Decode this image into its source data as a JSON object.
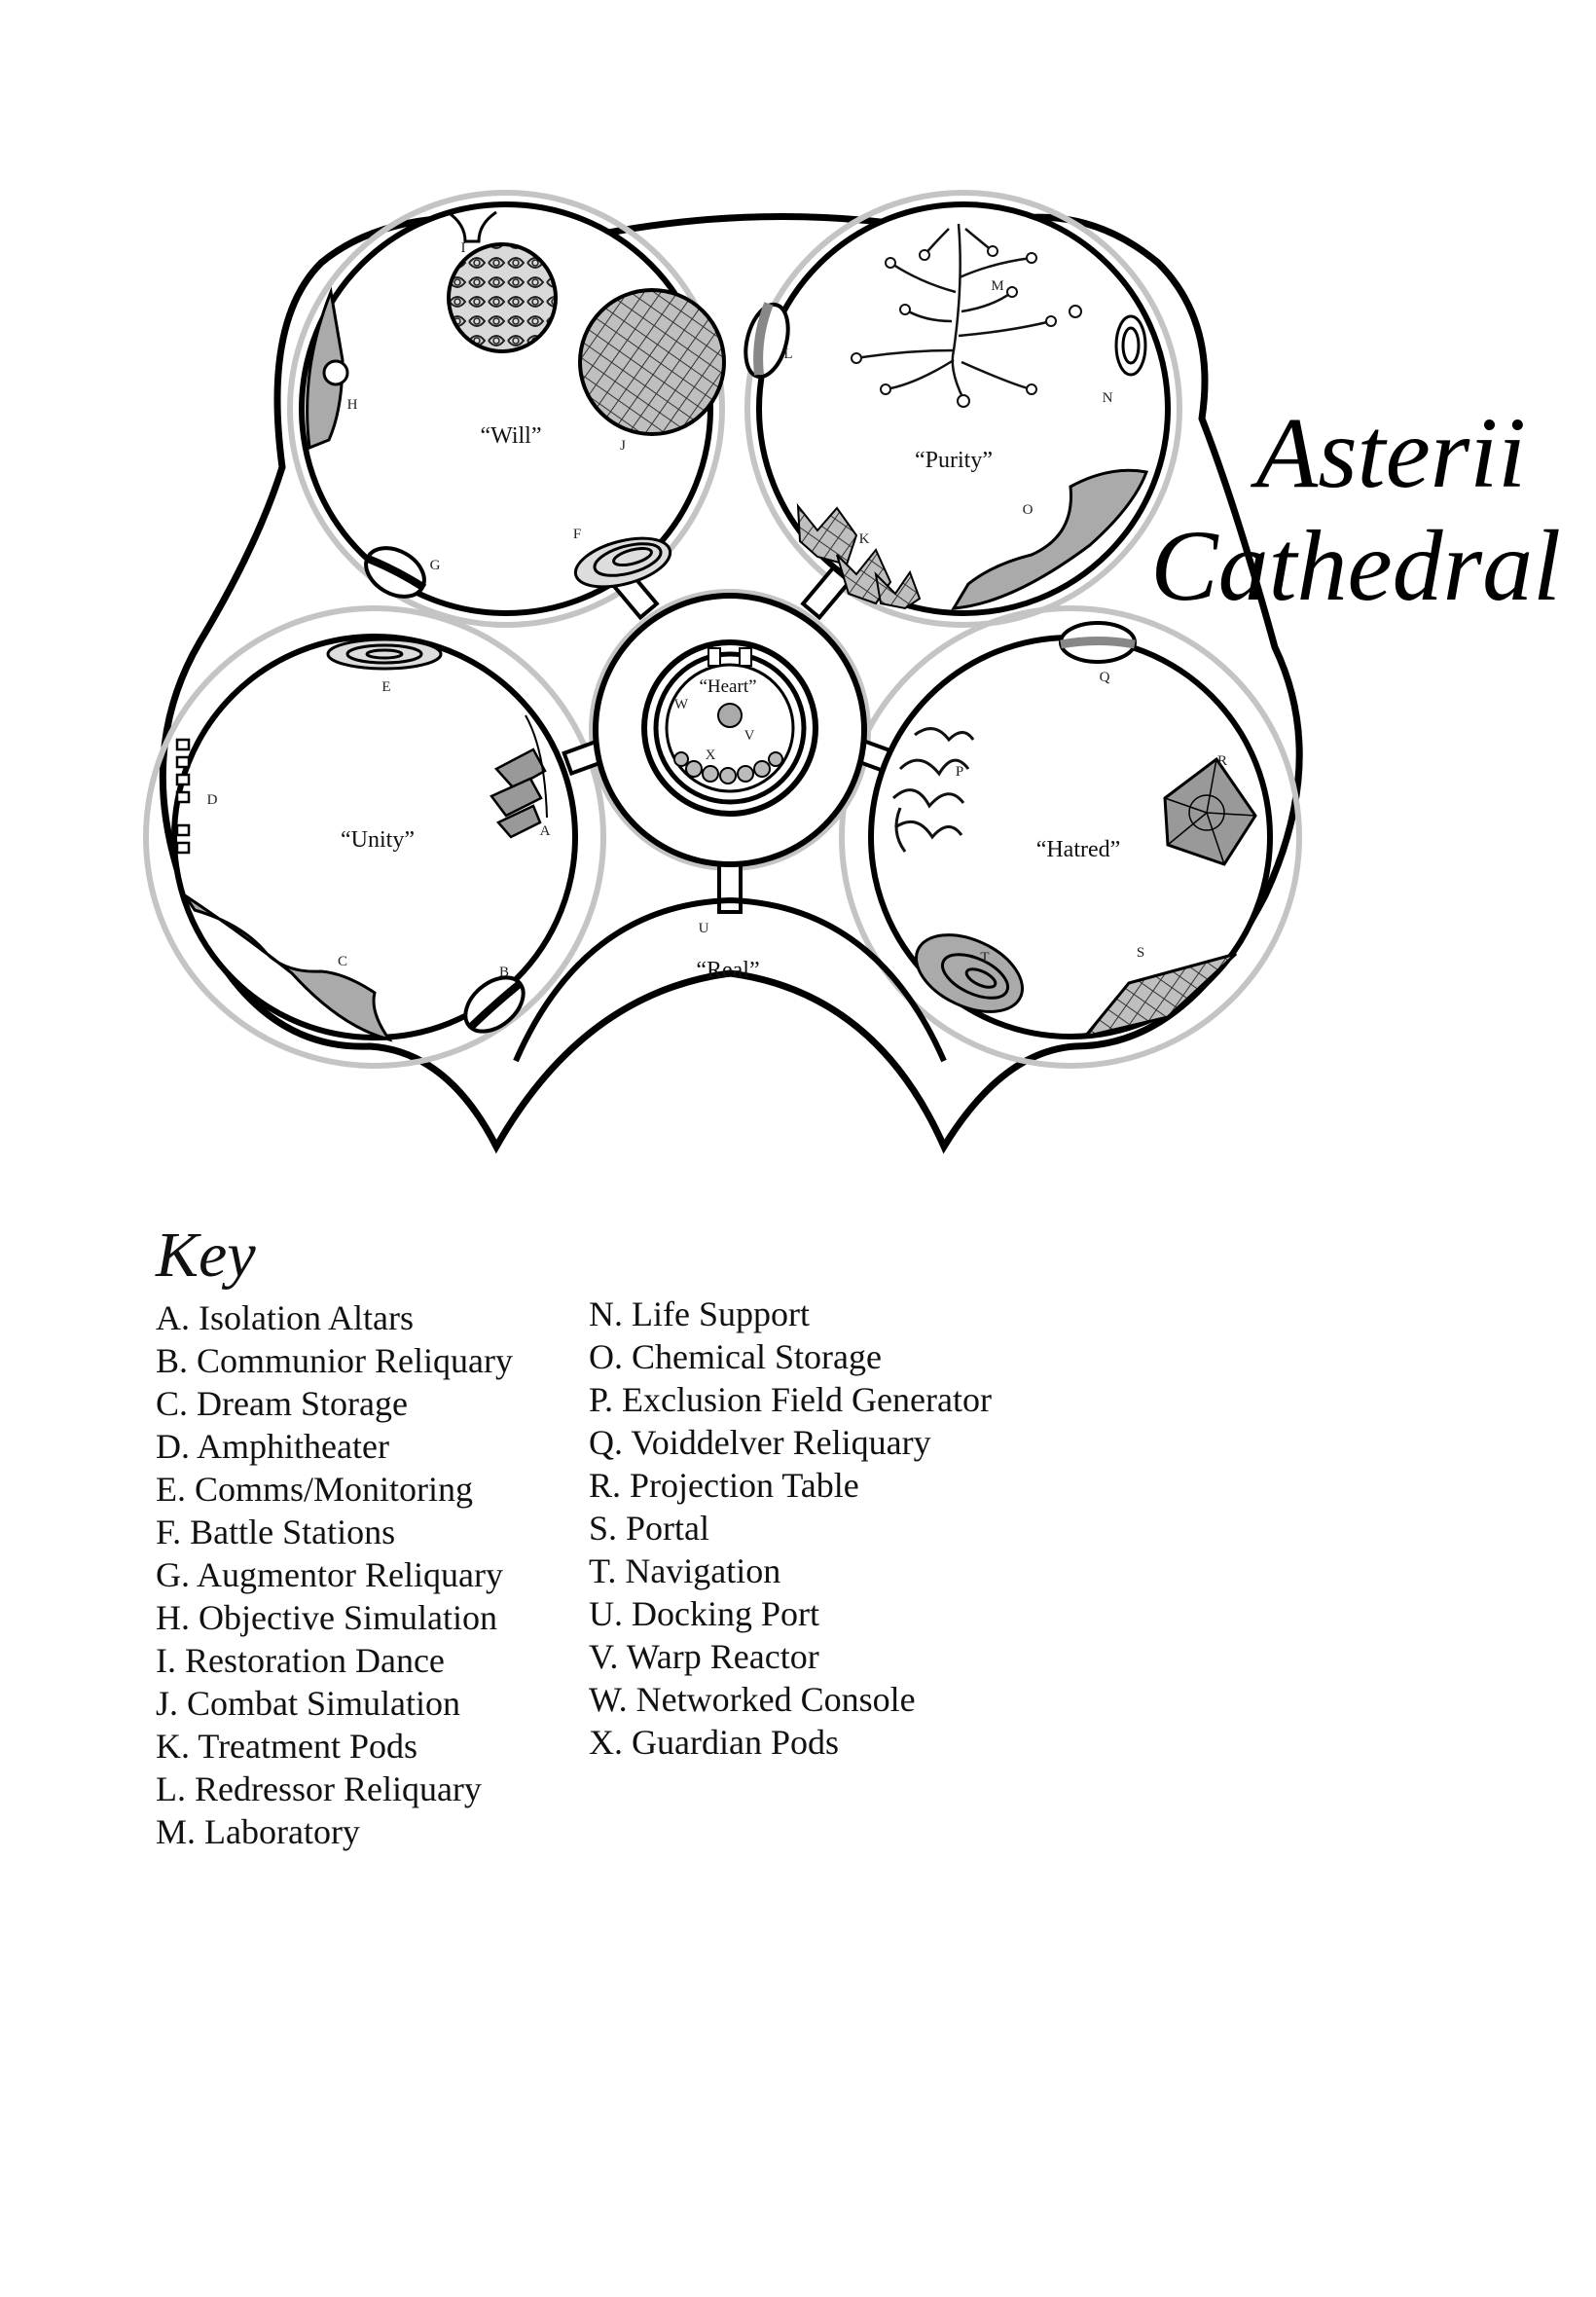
{
  "title": {
    "line1": "Asterii",
    "line2": "Cathedral"
  },
  "rooms": {
    "will": "“Will”",
    "purity": "“Purity”",
    "unity": "“Unity”",
    "hatred": "“Hatred”",
    "heart": "“Heart”",
    "real": "“Real”"
  },
  "markers": {
    "a": "A",
    "b": "B",
    "c": "C",
    "d": "D",
    "e": "E",
    "f": "F",
    "g": "G",
    "h": "H",
    "i": "I",
    "j": "J",
    "k": "K",
    "l": "L",
    "m": "M",
    "n": "N",
    "o": "O",
    "p": "P",
    "q": "Q",
    "r": "R",
    "s": "S",
    "t": "T",
    "u": "U",
    "v": "V",
    "w": "W",
    "x": "X"
  },
  "key": {
    "heading": "Key",
    "left": [
      "A. Isolation Altars",
      "B. Communior Reliquary",
      "C. Dream Storage",
      "D. Amphitheater",
      "E. Comms/Monitoring",
      "F. Battle Stations",
      "G. Augmentor Reliquary",
      "H. Objective Simulation",
      "I. Restoration Dance",
      "J. Combat Simulation",
      "K. Treatment Pods",
      "L. Redressor Reliquary",
      "M. Laboratory"
    ],
    "right": [
      "N. Life Support",
      "O. Chemical Storage",
      "P. Exclusion Field Generator",
      "Q. Voiddelver Reliquary",
      "R. Projection Table",
      "S. Portal",
      "T. Navigation",
      "U. Docking Port",
      "V. Warp Reactor",
      "W. Networked Console",
      "X. Guardian Pods"
    ]
  }
}
